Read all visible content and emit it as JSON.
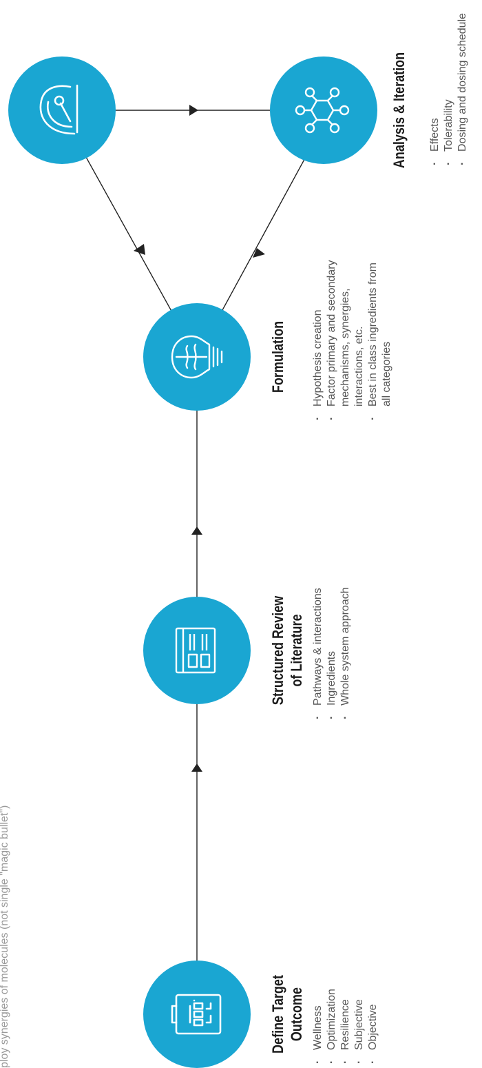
{
  "subtitle": "ploy synergies of molecules (not single \"magic bullet\")",
  "colors": {
    "circle": "#1AA6D2",
    "line": "#222222"
  },
  "steps": [
    {
      "title": "Define Target\nOutcome",
      "icon": "clipboard-flowchart-icon",
      "bullets": [
        "Wellness",
        "Optimization",
        "Resilience",
        "Subjective",
        "Objective"
      ]
    },
    {
      "title": "Structured Review\nof Literature",
      "icon": "browser-document-icon",
      "bullets": [
        "Pathways & interactions",
        "Ingredients",
        "Whole system approach"
      ]
    },
    {
      "title": "Formulation",
      "icon": "brain-lightbulb-icon",
      "bullets": [
        "Hypothesis creation",
        "Factor primary and secondary\nmechanisms, synergies,\ninteractions, etc.",
        "Best in class ingredients from\nall categories"
      ]
    },
    {
      "title": "",
      "icon": "gauge-meter-icon",
      "bullets": []
    },
    {
      "title": "Analysis & Iteration",
      "icon": "molecule-network-icon",
      "bullets": [
        "Effects",
        "Tolerability",
        "Dosing and dosing schedule"
      ]
    }
  ]
}
